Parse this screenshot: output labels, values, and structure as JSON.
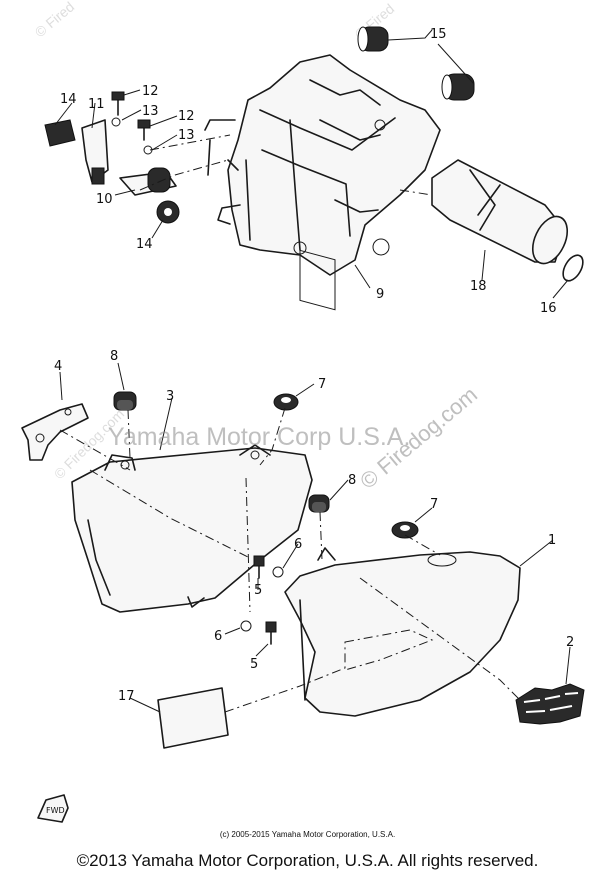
{
  "watermarks": {
    "center_text": "Yamaha Motor Corp U.S.A.",
    "site_text": "© Firedog.com",
    "corner_text": "© Fired"
  },
  "callouts": [
    {
      "id": "c1",
      "text": "1"
    },
    {
      "id": "c2",
      "text": "2"
    },
    {
      "id": "c3",
      "text": "3"
    },
    {
      "id": "c4",
      "text": "4"
    },
    {
      "id": "c5a",
      "text": "5"
    },
    {
      "id": "c5b",
      "text": "5"
    },
    {
      "id": "c6a",
      "text": "6"
    },
    {
      "id": "c6b",
      "text": "6"
    },
    {
      "id": "c7a",
      "text": "7"
    },
    {
      "id": "c7b",
      "text": "7"
    },
    {
      "id": "c8a",
      "text": "8"
    },
    {
      "id": "c8b",
      "text": "8"
    },
    {
      "id": "c9",
      "text": "9"
    },
    {
      "id": "c10",
      "text": "10"
    },
    {
      "id": "c11",
      "text": "11"
    },
    {
      "id": "c12a",
      "text": "12"
    },
    {
      "id": "c12b",
      "text": "12"
    },
    {
      "id": "c13a",
      "text": "13"
    },
    {
      "id": "c13b",
      "text": "13"
    },
    {
      "id": "c14a",
      "text": "14"
    },
    {
      "id": "c14b",
      "text": "14"
    },
    {
      "id": "c15",
      "text": "15"
    },
    {
      "id": "c16",
      "text": "16"
    },
    {
      "id": "c17",
      "text": "17"
    },
    {
      "id": "c18",
      "text": "18"
    }
  ],
  "footer": {
    "small_copyright": "(c) 2005-2015 Yamaha Motor Corporation, U.S.A.",
    "copyright": "©2013 Yamaha Motor Corporation, U.S.A. All rights reserved."
  }
}
